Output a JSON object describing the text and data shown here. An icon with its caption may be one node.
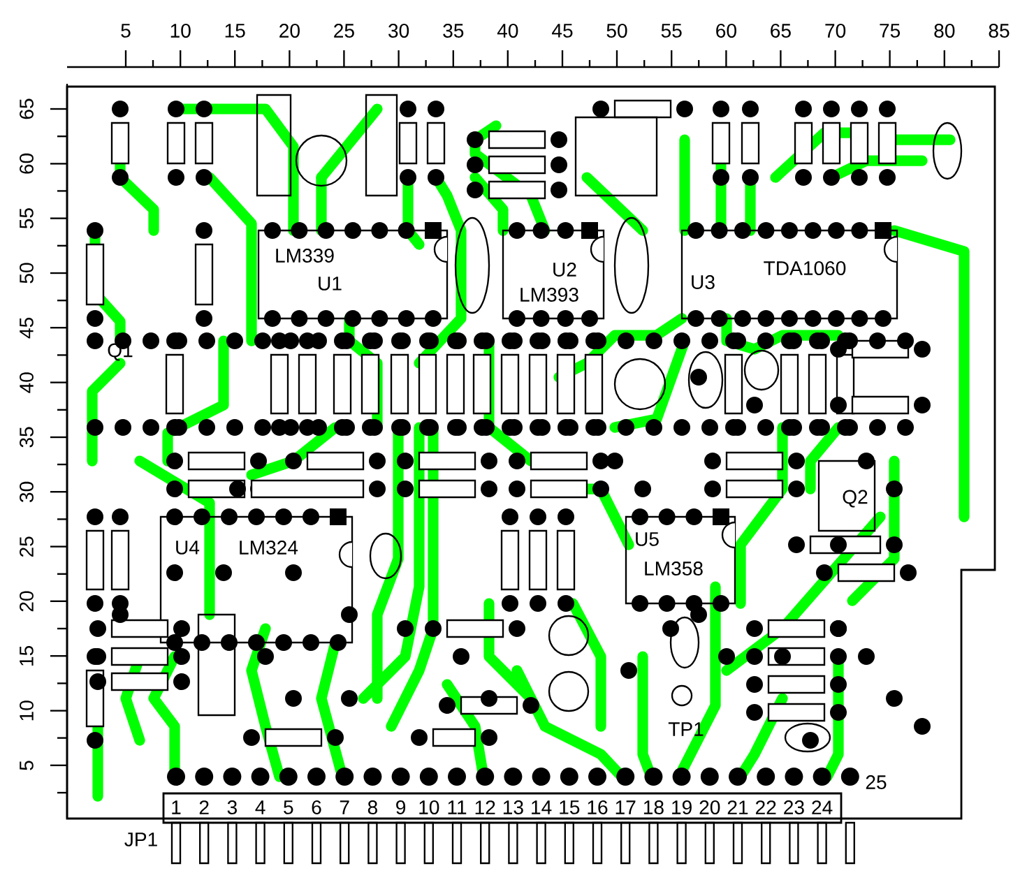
{
  "diagram": {
    "labels": [
      "5",
      "10",
      "15",
      "20",
      "25",
      "30",
      "35",
      "40",
      "45",
      "50",
      "55",
      "60",
      "65",
      "70",
      "75",
      "80",
      "85",
      "65",
      "60",
      "55",
      "50",
      "45",
      "40",
      "35",
      "30",
      "25",
      "20",
      "15",
      "10",
      "5",
      "LM339",
      "U1",
      "U2",
      "LM393",
      "U3",
      "TDA1060",
      "Q1",
      "Q2",
      "U4",
      "LM324",
      "U5",
      "LM358",
      "TP1",
      "1",
      "2",
      "3",
      "4",
      "5",
      "6",
      "7",
      "8",
      "9",
      "10",
      "11",
      "12",
      "13",
      "14",
      "15",
      "16",
      "17",
      "18",
      "19",
      "20",
      "21",
      "22",
      "23",
      "24",
      "25",
      "JP1"
    ]
  }
}
